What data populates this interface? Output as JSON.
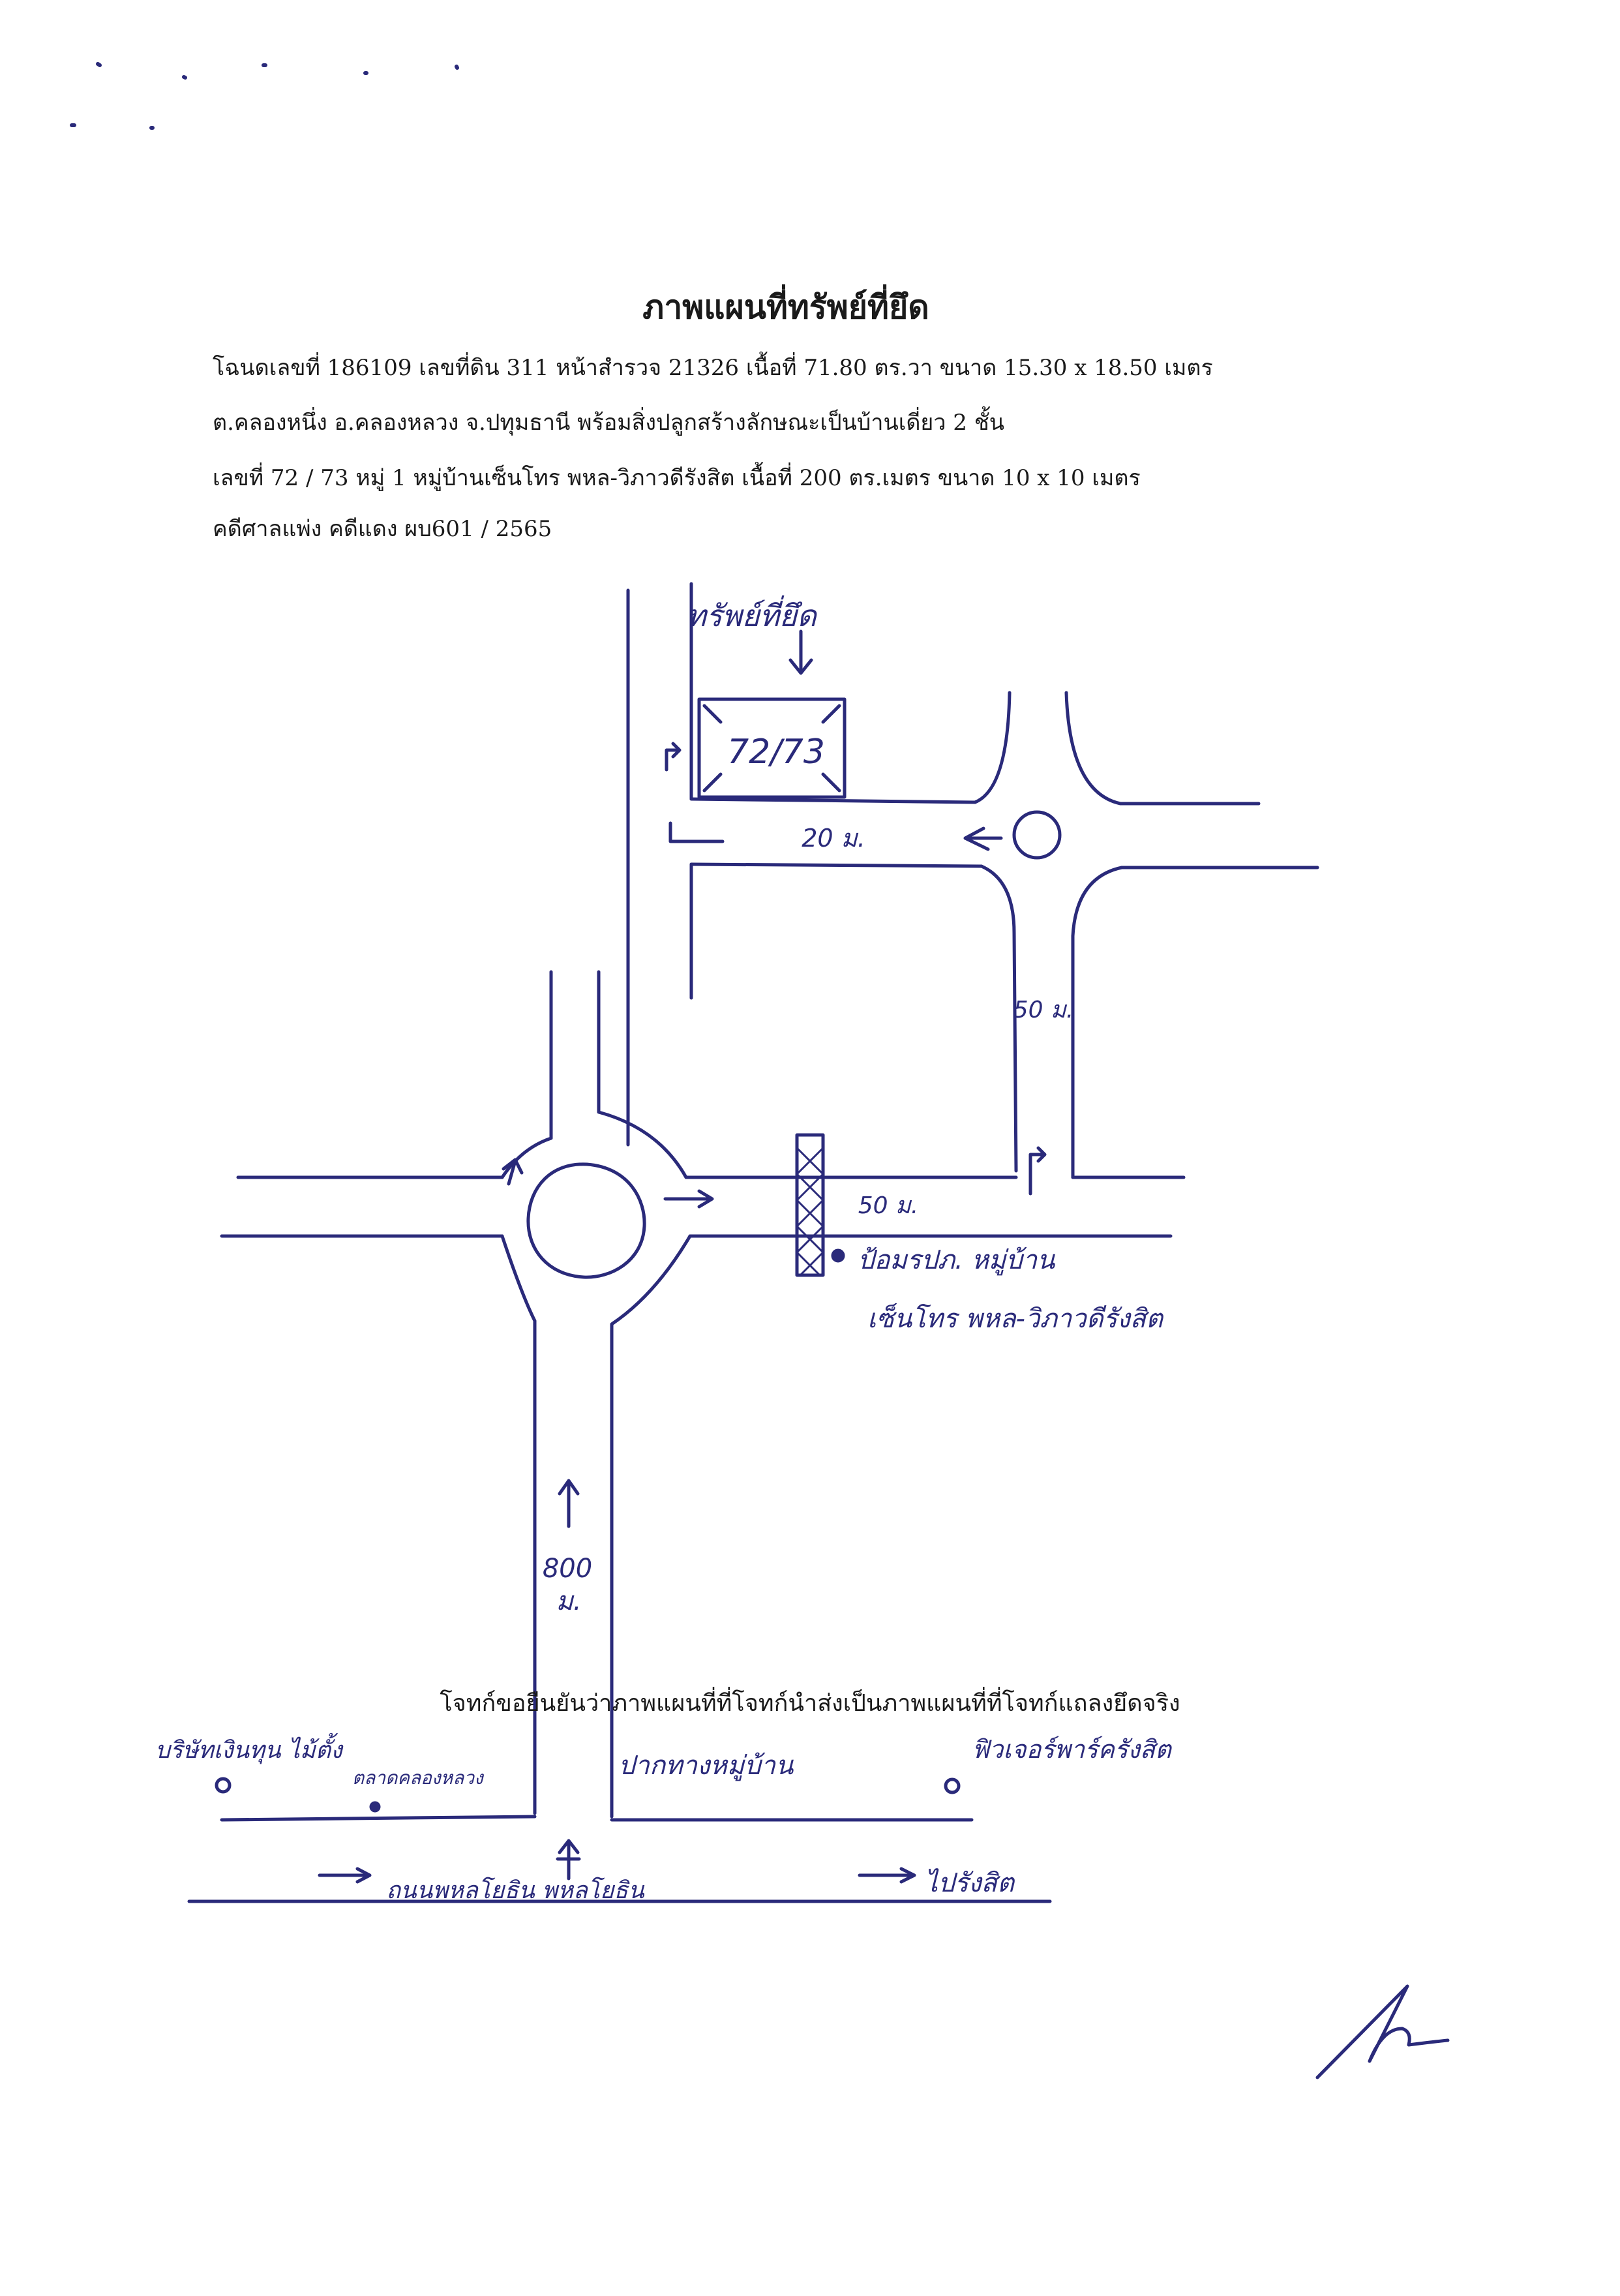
{
  "document": {
    "title": "ภาพแผนที่ทรัพย์ที่ยึด",
    "lines": [
      "โฉนดเลขที่  186109  เลขที่ดิน 311  หน้าสำรวจ 21326  เนื้อที่  71.80  ตร.วา ขนาด  15.30  x  18.50  เมตร",
      "ต.คลองหนึ่ง  อ.คลองหลวง จ.ปทุมธานี  พร้อมสิ่งปลูกสร้างลักษณะเป็นบ้านเดี่ยว 2  ชั้น",
      "เลขที่ 72 / 73  หมู่ 1  หมู่บ้านเซ็นโทร พหล-วิภาวดีรังสิต    เนื้อที่  200  ตร.เมตร ขนาด 10  x  10 เมตร",
      "คดีศาลแพ่ง    คดีแดง ผบ601  / 2565"
    ],
    "footer": "โจทก์ขอยืนยันว่าภาพแผนที่ที่โจทก์นำส่งเป็นภาพแผนที่ที่โจทก์แถลงยึดจริง"
  },
  "map": {
    "ink_color": "#2a2a7a",
    "labels": {
      "property_marker": "ทรัพย์ที่ยึด",
      "house_number": "72/73",
      "dist_20m": "20 ม.",
      "dist_50m_vertical": "50 ม.",
      "dist_50m_horizontal": "50 ม.",
      "dist_800m_a": "800",
      "dist_800m_b": "ม.",
      "gate_line1": "ป้อมรปภ. หมู่บ้าน",
      "gate_line2": "เซ็นโทร พหล-วิภาวดีรังสิต",
      "left_landmark_a": "บริษัทเงินทุน ไม้ตั้ง",
      "left_landmark_b": "ตลาดคลองหลวง",
      "center_landmark": "ปากทางหมู่บ้าน",
      "right_landmark": "ฟิวเจอร์พาร์ครังสิต",
      "main_road": "ถนนพหลโยธิน พหลโยธิน",
      "to_rangsit": "ไปรังสิต"
    }
  }
}
